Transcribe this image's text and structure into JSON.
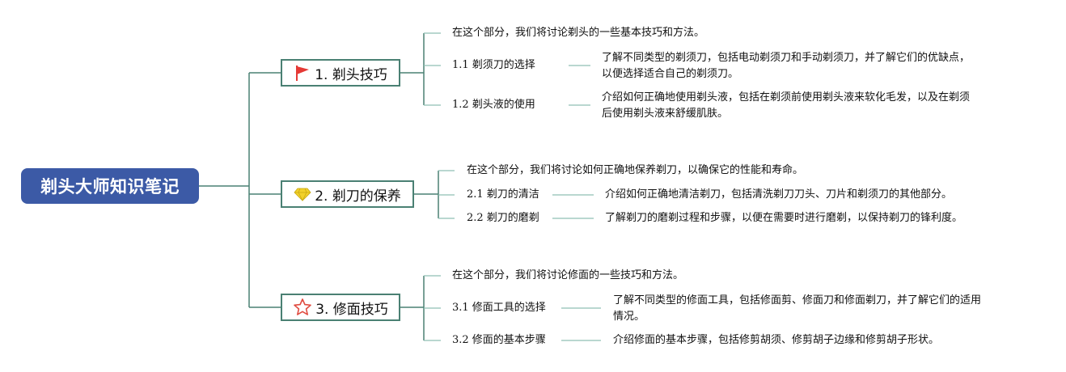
{
  "root": {
    "title": "剃头大师知识笔记"
  },
  "sections": [
    {
      "title": "1. 剃头技巧",
      "icon": "red-flag-icon",
      "intro": "在这个部分，我们将讨论剃头的一些基本技巧和方法。",
      "items": [
        {
          "label": "1.1 剃须刀的选择",
          "desc": [
            "了解不同类型的剃须刀，包括电动剃须刀和手动剃须刀，并了解它们的优缺点，",
            "以便选择适合自己的剃须刀。"
          ]
        },
        {
          "label": "1.2 剃头液的使用",
          "desc": [
            "介绍如何正确地使用剃头液，包括在剃须前使用剃头液来软化毛发，以及在剃须",
            "后使用剃头液来舒缓肌肤。"
          ]
        }
      ]
    },
    {
      "title": "2. 剃刀的保养",
      "icon": "diamond-icon",
      "intro": "在这个部分，我们将讨论如何正确地保养剃刀，以确保它的性能和寿命。",
      "items": [
        {
          "label": "2.1 剃刀的清洁",
          "desc": [
            "介绍如何正确地清洁剃刀，包括清洗剃刀刀头、刀片和剃须刀的其他部分。"
          ]
        },
        {
          "label": "2.2 剃刀的磨剃",
          "desc": [
            "了解剃刀的磨剃过程和步骤，以便在需要时进行磨剃，以保持剃刀的锋利度。"
          ]
        }
      ]
    },
    {
      "title": "3. 修面技巧",
      "icon": "star-icon",
      "intro": "在这个部分，我们将讨论修面的一些技巧和方法。",
      "items": [
        {
          "label": "3.1 修面工具的选择",
          "desc": [
            "了解不同类型的修面工具，包括修面剪、修面刀和修面剃刀，并了解它们的适用",
            "情况。"
          ]
        },
        {
          "label": "3.2 修面的基本步骤",
          "desc": [
            "介绍修面的基本步骤，包括修剪胡须、修剪胡子边缘和修剪胡子形状。"
          ]
        }
      ]
    }
  ],
  "colors": {
    "root_fill": "#3c5aa6",
    "connector": "#4a8073",
    "leaf_line": "#8fbfb3",
    "flag": "#e53935",
    "diamond": "#f2d12b",
    "star": "#e04a3f"
  }
}
